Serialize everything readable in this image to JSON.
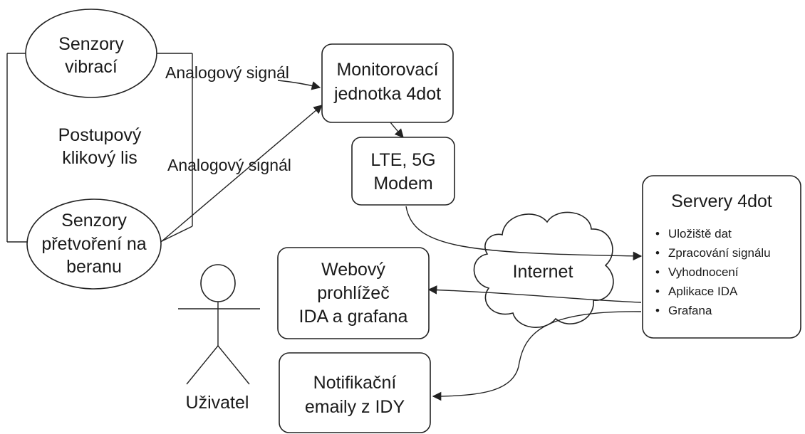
{
  "nodes": {
    "vibration_sensors": [
      "Senzory",
      "vibrací"
    ],
    "press": [
      "Postupový",
      "klikový lis"
    ],
    "deformation_sensors": [
      "Senzory",
      "přetvoření na",
      "beranu"
    ],
    "monitoring_unit": [
      "Monitorovací",
      "jednotka 4dot"
    ],
    "modem": [
      "LTE, 5G",
      "Modem"
    ],
    "internet": "Internet",
    "servers": {
      "title": "Servery 4dot",
      "items": [
        "Uložiště dat",
        "Zpracování signálu",
        "Vyhodnocení",
        "Aplikace IDA",
        "Grafana"
      ]
    },
    "web_browser": [
      "Webový",
      "prohlížeč",
      "IDA a grafana"
    ],
    "notification_emails": [
      "Notifikační",
      "emaily z IDY"
    ],
    "user": "Uživatel"
  },
  "edges": {
    "analog_signal_1": "Analogový signál",
    "analog_signal_2": "Analogový signál"
  },
  "colors": {
    "stroke": "#222222",
    "text": "#1a1a1a",
    "background": "#ffffff"
  }
}
